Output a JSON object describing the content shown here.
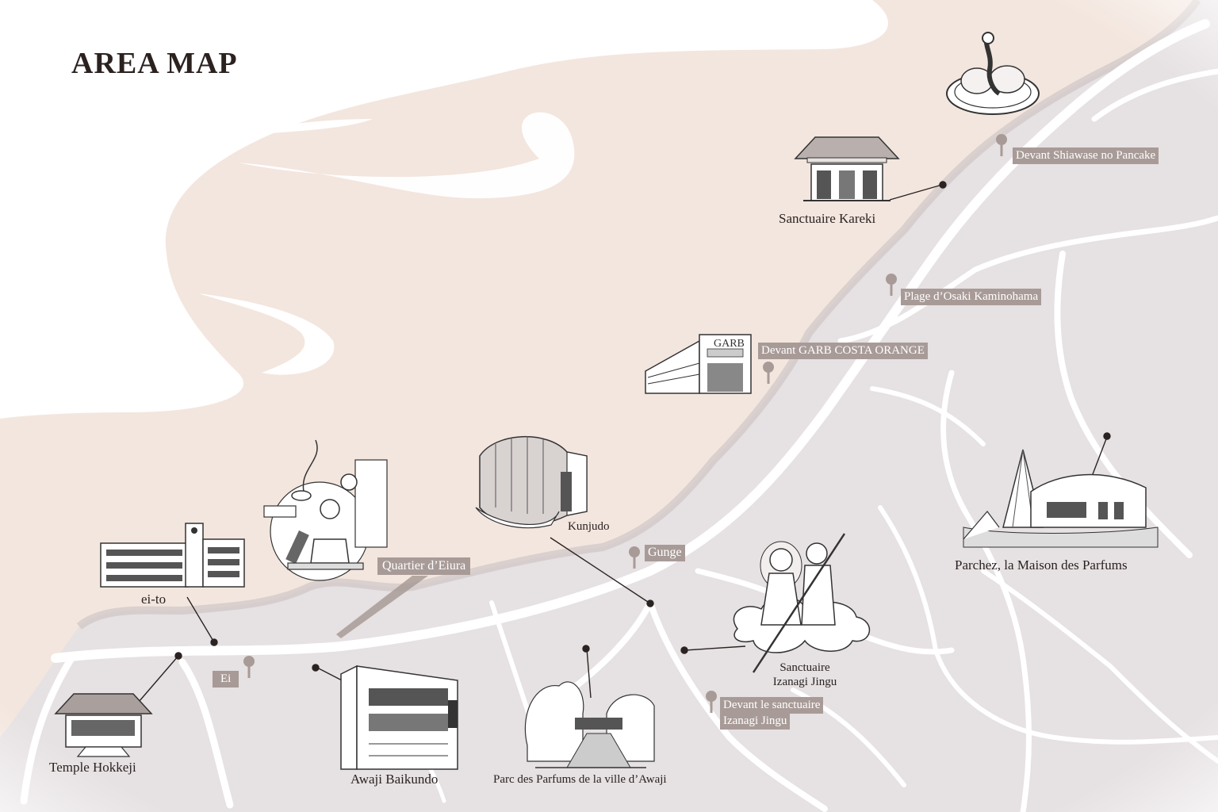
{
  "title": "AREA MAP",
  "colors": {
    "sea": "#f3e6de",
    "land": "#e6e1e2",
    "road": "#ffffff",
    "label_bg": "#a89b97",
    "text": "#2b2322"
  },
  "places": {
    "kareki": "Sanctuaire Kareki",
    "kunjudo": "Kunjudo",
    "eito": "ei-to",
    "eiura": "Quartier d’Eiura",
    "izanagi_1": "Sanctuaire",
    "izanagi_2": "Izanagi Jingu",
    "parchez": "Parchez, la Maison des Parfums",
    "hokkeji": "Temple Hokkeji",
    "baikundo": "Awaji Baikundo",
    "parc": "Parc des Parfums de la ville d’Awaji"
  },
  "stops": {
    "shiawase": "Devant Shiawase no Pancake",
    "osaki": "Plage d’Osaki Kaminohama",
    "garb": "Devant GARB COSTA ORANGE",
    "gunge": "Gunge",
    "ei": "Ei",
    "izanagi_1": "Devant le sanctuaire",
    "izanagi_2": "Izanagi Jingu"
  },
  "signs": {
    "garb": "GARB"
  },
  "icons": [
    "bus-stop-pin-icon",
    "pancake-icon",
    "shrine-icon",
    "temple-icon",
    "building-icon",
    "incense-icon",
    "deities-icon",
    "museum-icon",
    "park-icon"
  ]
}
